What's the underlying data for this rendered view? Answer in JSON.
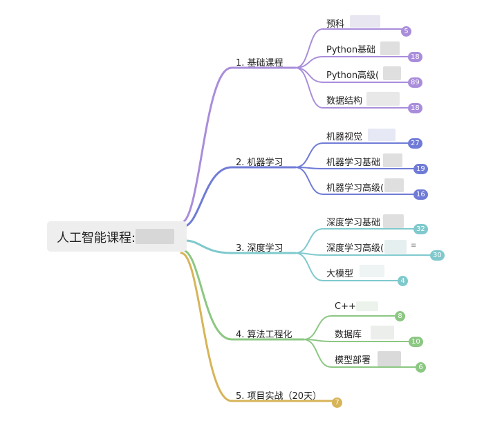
{
  "colors": {
    "purple": "#a98ddb",
    "blue": "#6f7bd6",
    "teal": "#7fc9cd",
    "green": "#8cc783",
    "gold": "#d7b458"
  },
  "root": {
    "label": "人工智能课程:"
  },
  "branches": [
    {
      "label": "1. 基础课程",
      "color": "purple",
      "children": [
        {
          "label": "预科",
          "count": "5"
        },
        {
          "label": "Python基础",
          "count": "18"
        },
        {
          "label": "Python高级(",
          "count": "89"
        },
        {
          "label": "数据结构",
          "count": "18"
        }
      ]
    },
    {
      "label": "2. 机器学习",
      "color": "blue",
      "children": [
        {
          "label": "机器视觉",
          "count": "27"
        },
        {
          "label": "机器学习基础",
          "count": "19"
        },
        {
          "label": "机器学习高级(",
          "count": "16"
        }
      ]
    },
    {
      "label": "3. 深度学习",
      "color": "teal",
      "children": [
        {
          "label": "深度学习基础",
          "count": "32"
        },
        {
          "label": "深度学习高级(",
          "count": "30",
          "note": true
        },
        {
          "label": "大模型",
          "count": "4"
        }
      ]
    },
    {
      "label": "4. 算法工程化",
      "color": "green",
      "children": [
        {
          "label": "C++",
          "count": "8"
        },
        {
          "label": "数据库",
          "count": "10"
        },
        {
          "label": "模型部署",
          "count": "6"
        }
      ]
    },
    {
      "label": "5. 项目实战（20天）",
      "color": "gold",
      "count": "7",
      "children": []
    }
  ]
}
